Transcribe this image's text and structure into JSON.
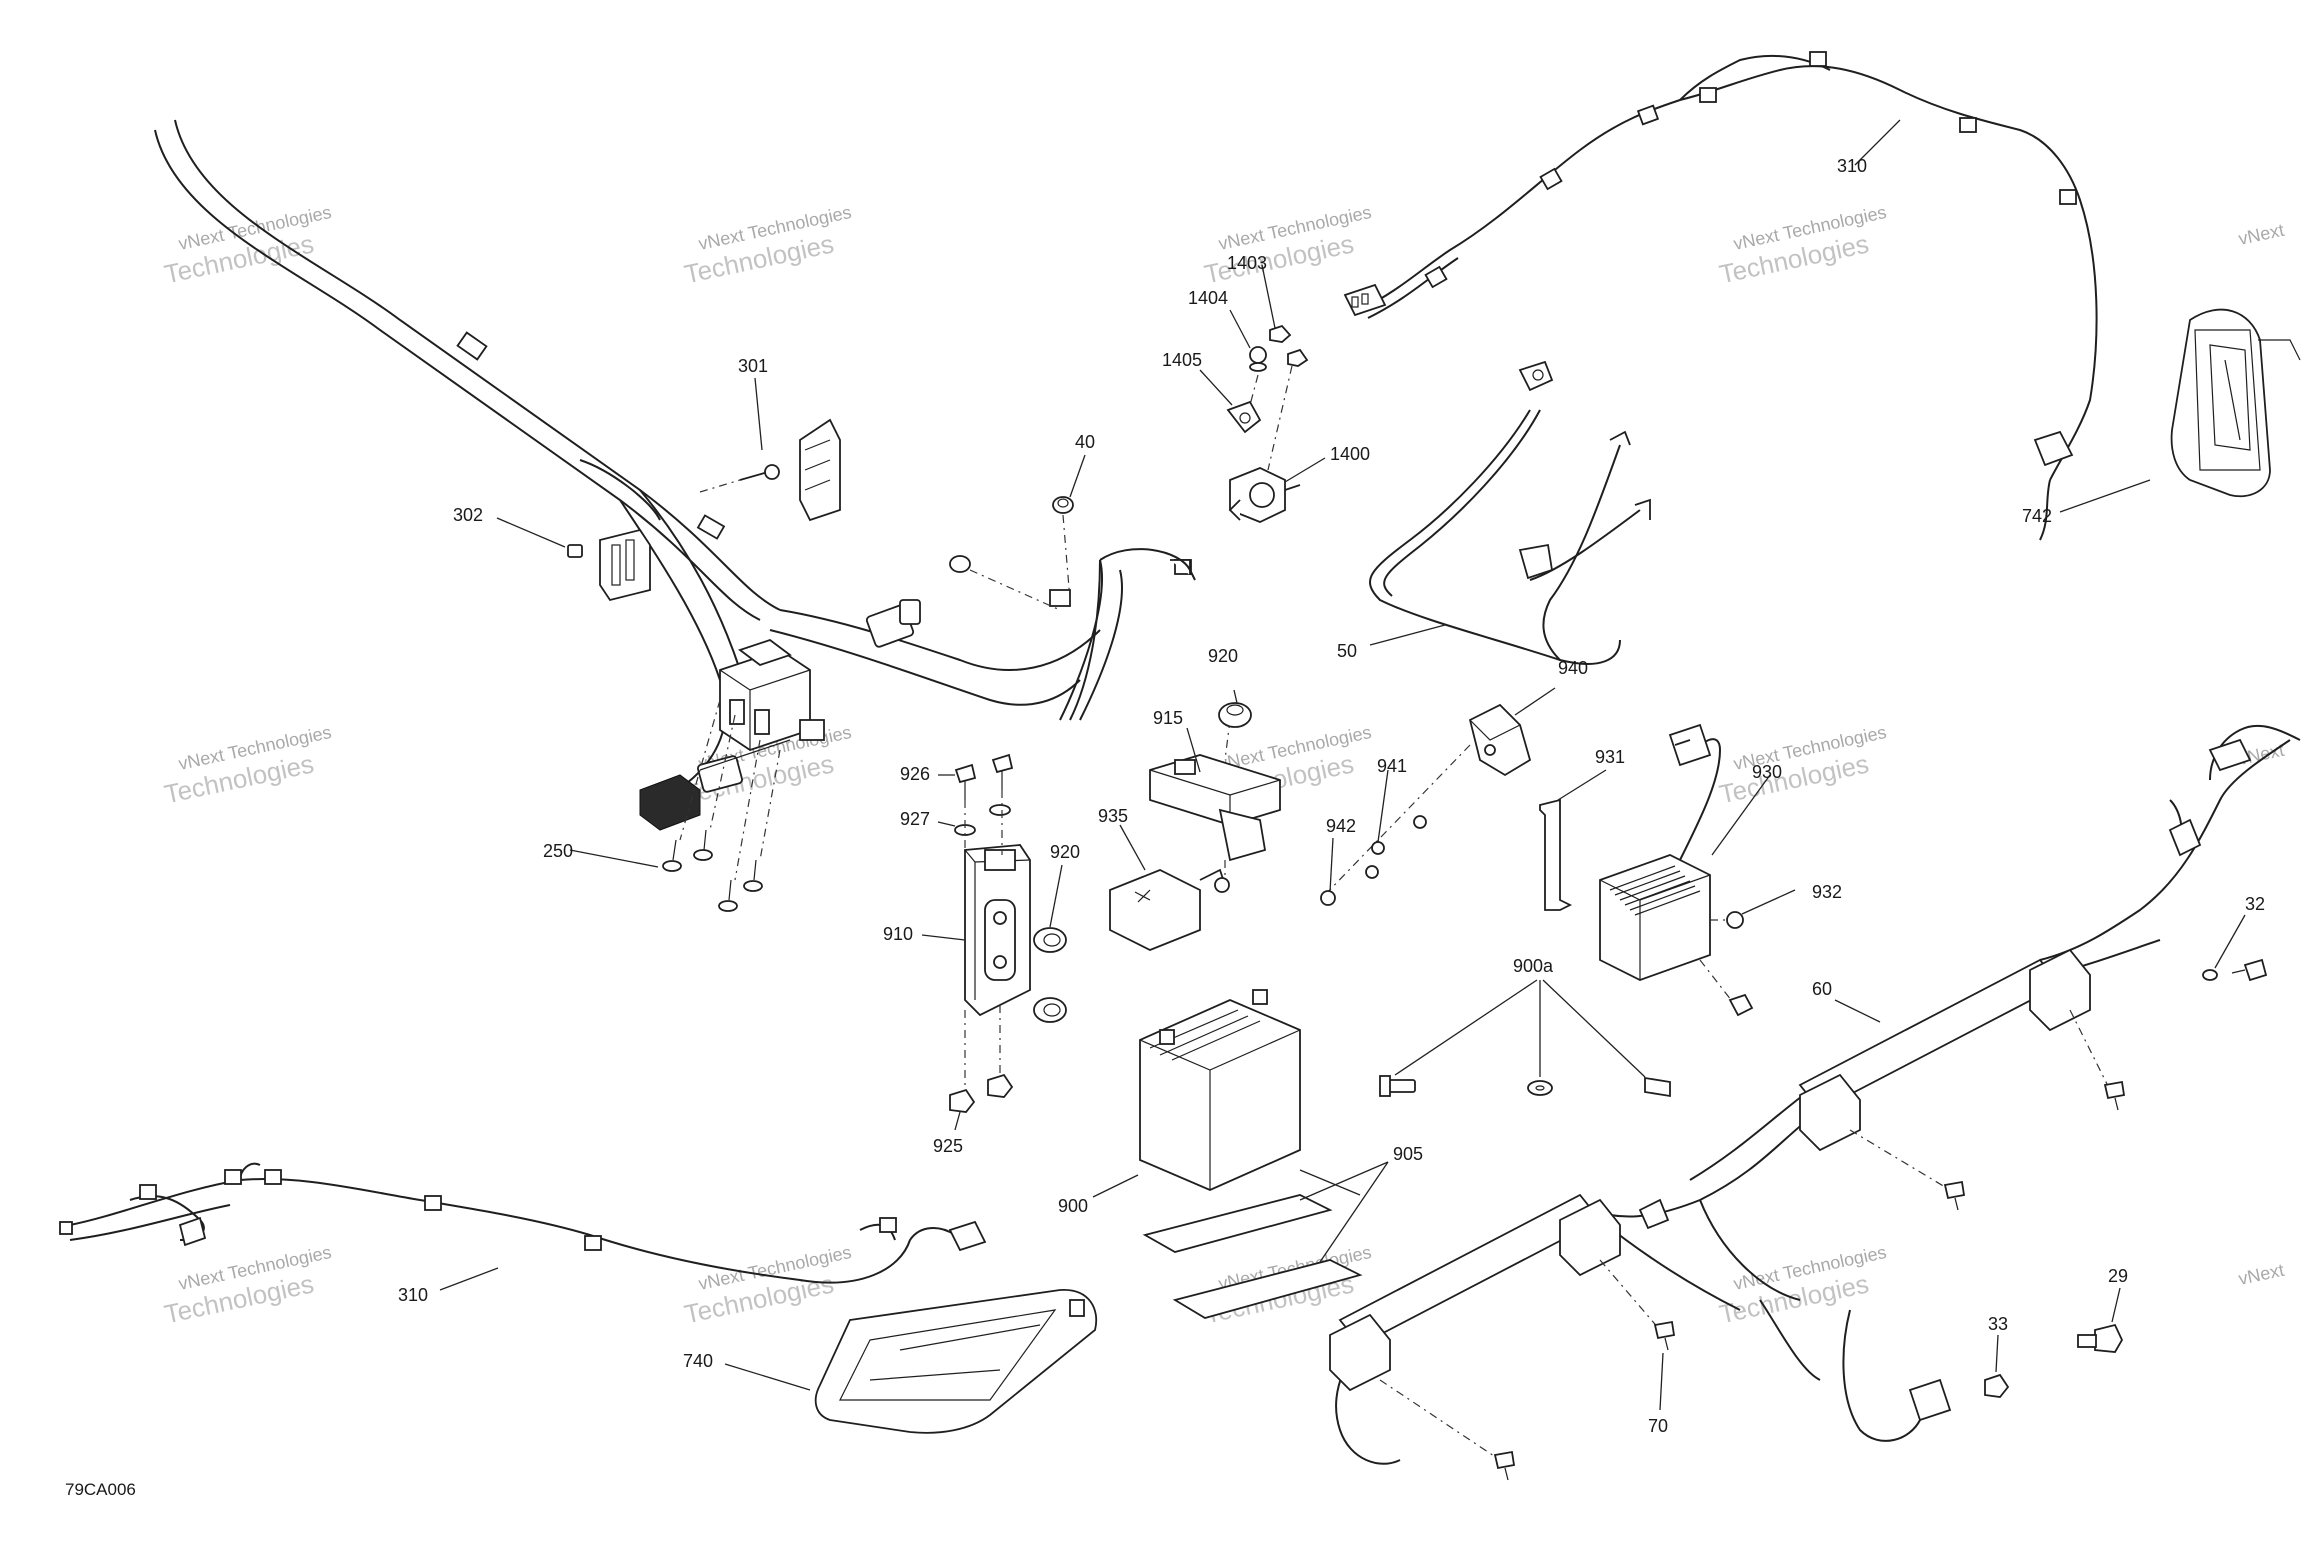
{
  "diagram": {
    "code": "79CA006",
    "watermark": {
      "line1": "vNext Technologies",
      "line2": "Technologies",
      "line3": "vNext"
    },
    "callouts": [
      {
        "id": "c29",
        "label": "29"
      },
      {
        "id": "c32",
        "label": "32"
      },
      {
        "id": "c33",
        "label": "33"
      },
      {
        "id": "c40",
        "label": "40"
      },
      {
        "id": "c50",
        "label": "50"
      },
      {
        "id": "c60",
        "label": "60"
      },
      {
        "id": "c70",
        "label": "70"
      },
      {
        "id": "c250",
        "label": "250"
      },
      {
        "id": "c301",
        "label": "301"
      },
      {
        "id": "c302",
        "label": "302"
      },
      {
        "id": "c310a",
        "label": "310"
      },
      {
        "id": "c310b",
        "label": "310"
      },
      {
        "id": "c740",
        "label": "740"
      },
      {
        "id": "c742",
        "label": "742"
      },
      {
        "id": "c900",
        "label": "900"
      },
      {
        "id": "c900a",
        "label": "900a"
      },
      {
        "id": "c905",
        "label": "905"
      },
      {
        "id": "c910",
        "label": "910"
      },
      {
        "id": "c915",
        "label": "915"
      },
      {
        "id": "c920a",
        "label": "920"
      },
      {
        "id": "c920b",
        "label": "920"
      },
      {
        "id": "c925",
        "label": "925"
      },
      {
        "id": "c926",
        "label": "926"
      },
      {
        "id": "c927",
        "label": "927"
      },
      {
        "id": "c930",
        "label": "930"
      },
      {
        "id": "c931",
        "label": "931"
      },
      {
        "id": "c932",
        "label": "932"
      },
      {
        "id": "c935",
        "label": "935"
      },
      {
        "id": "c940",
        "label": "940"
      },
      {
        "id": "c941",
        "label": "941"
      },
      {
        "id": "c942",
        "label": "942"
      },
      {
        "id": "c1400",
        "label": "1400"
      },
      {
        "id": "c1403",
        "label": "1403"
      },
      {
        "id": "c1404",
        "label": "1404"
      },
      {
        "id": "c1405",
        "label": "1405"
      }
    ]
  }
}
